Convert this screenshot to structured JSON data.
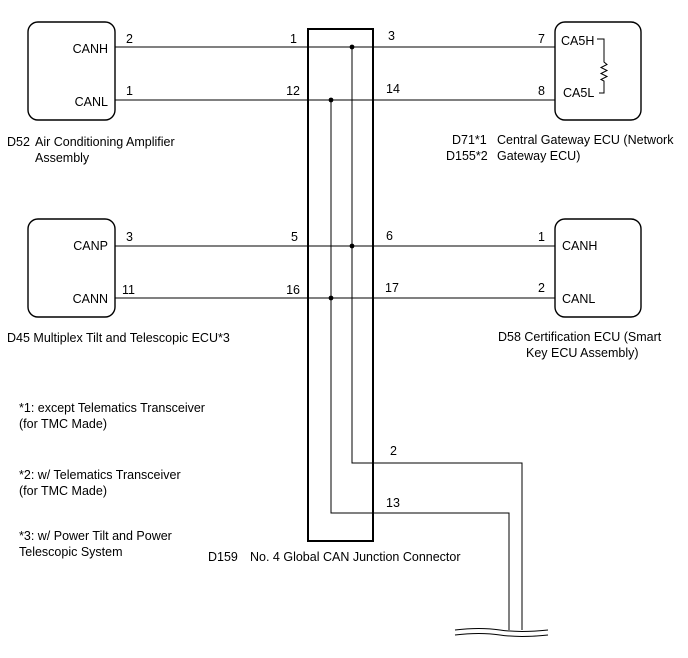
{
  "components": {
    "d52": {
      "code": "D52",
      "name_line1": "Air Conditioning Amplifier",
      "name_line2": "Assembly",
      "terminals": [
        {
          "label": "CANH",
          "pin": "2"
        },
        {
          "label": "CANL",
          "pin": "1"
        }
      ]
    },
    "d45": {
      "caption": "D45 Multiplex Tilt and Telescopic ECU*3",
      "terminals": [
        {
          "label": "CANP",
          "pin": "3"
        },
        {
          "label": "CANN",
          "pin": "11"
        }
      ]
    },
    "gateway": {
      "code_line1": "D71*1",
      "code_line2": "D155*2",
      "name_line1": "Central Gateway ECU (Network",
      "name_line2": "Gateway ECU)",
      "terminals": [
        {
          "label": "CA5H",
          "pin": "7"
        },
        {
          "label": "CA5L",
          "pin": "8"
        }
      ]
    },
    "d58": {
      "caption_line1": "D58 Certification ECU (Smart",
      "caption_line2": "Key ECU Assembly)",
      "terminals": [
        {
          "label": "CANH",
          "pin": "1"
        },
        {
          "label": "CANL",
          "pin": "2"
        }
      ]
    },
    "junction": {
      "code": "D159",
      "name": "No. 4 Global CAN Junction Connector",
      "left_pins": [
        "1",
        "12",
        "5",
        "16"
      ],
      "right_pins": [
        "3",
        "14",
        "6",
        "17",
        "2",
        "13"
      ]
    }
  },
  "notes": [
    {
      "line1": "*1: except Telematics Transceiver",
      "line2": "(for TMC Made)"
    },
    {
      "line1": "*2: w/ Telematics Transceiver",
      "line2": "(for TMC Made)"
    },
    {
      "line1": "*3: w/ Power Tilt and Power",
      "line2": "Telescopic System"
    }
  ]
}
